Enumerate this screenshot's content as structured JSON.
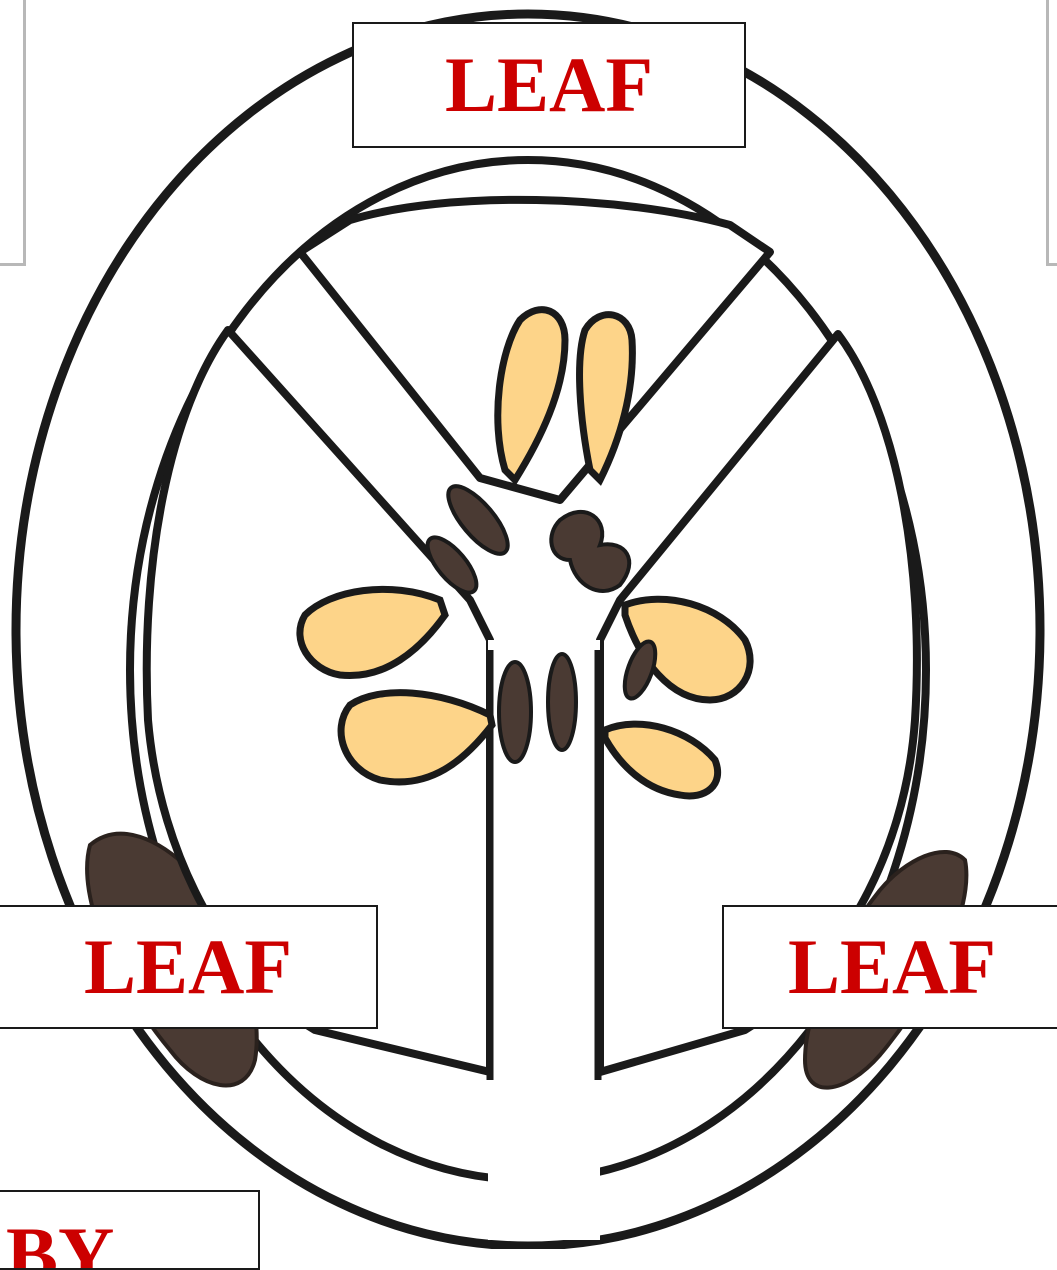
{
  "labels": {
    "top": "LEAF",
    "left": "LEAF",
    "right": "LEAF",
    "bottom": "BY"
  },
  "colors": {
    "label_text": "#cc0000",
    "petal_fill": "#fdd489",
    "sepal_fill": "#4a3a33",
    "stroke": "#1a1a1a",
    "frame": "#b8b8b8",
    "background": "#ffffff"
  }
}
